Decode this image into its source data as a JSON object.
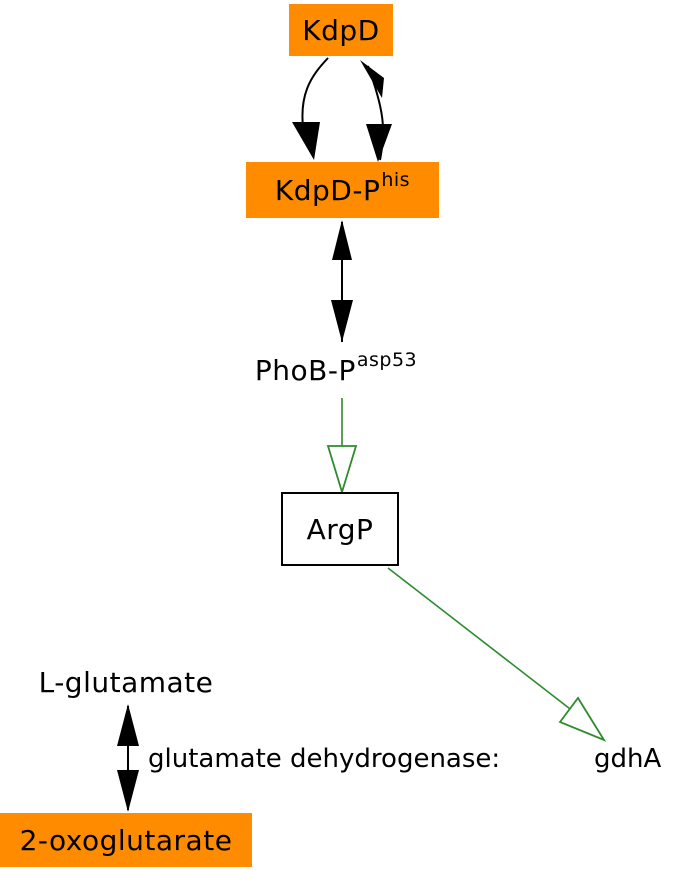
{
  "nodes": {
    "kdpd": {
      "text": "KdpD"
    },
    "kdpd_p": {
      "text": "KdpD-P",
      "sup": "his"
    },
    "phob_p": {
      "text": "PhoB-P",
      "sup": "asp53"
    },
    "argp": {
      "text": "ArgP"
    },
    "l_glutamate": {
      "text": "L-glutamate"
    },
    "oxoglutarate": {
      "text": "2-oxoglutarate"
    }
  },
  "edge_labels": {
    "enzyme": "glutamate dehydrogenase:",
    "gene": "gdhA"
  },
  "colors": {
    "highlight": "#FF8C00",
    "regulation": "#2E8B2E",
    "reaction": "#000000"
  }
}
